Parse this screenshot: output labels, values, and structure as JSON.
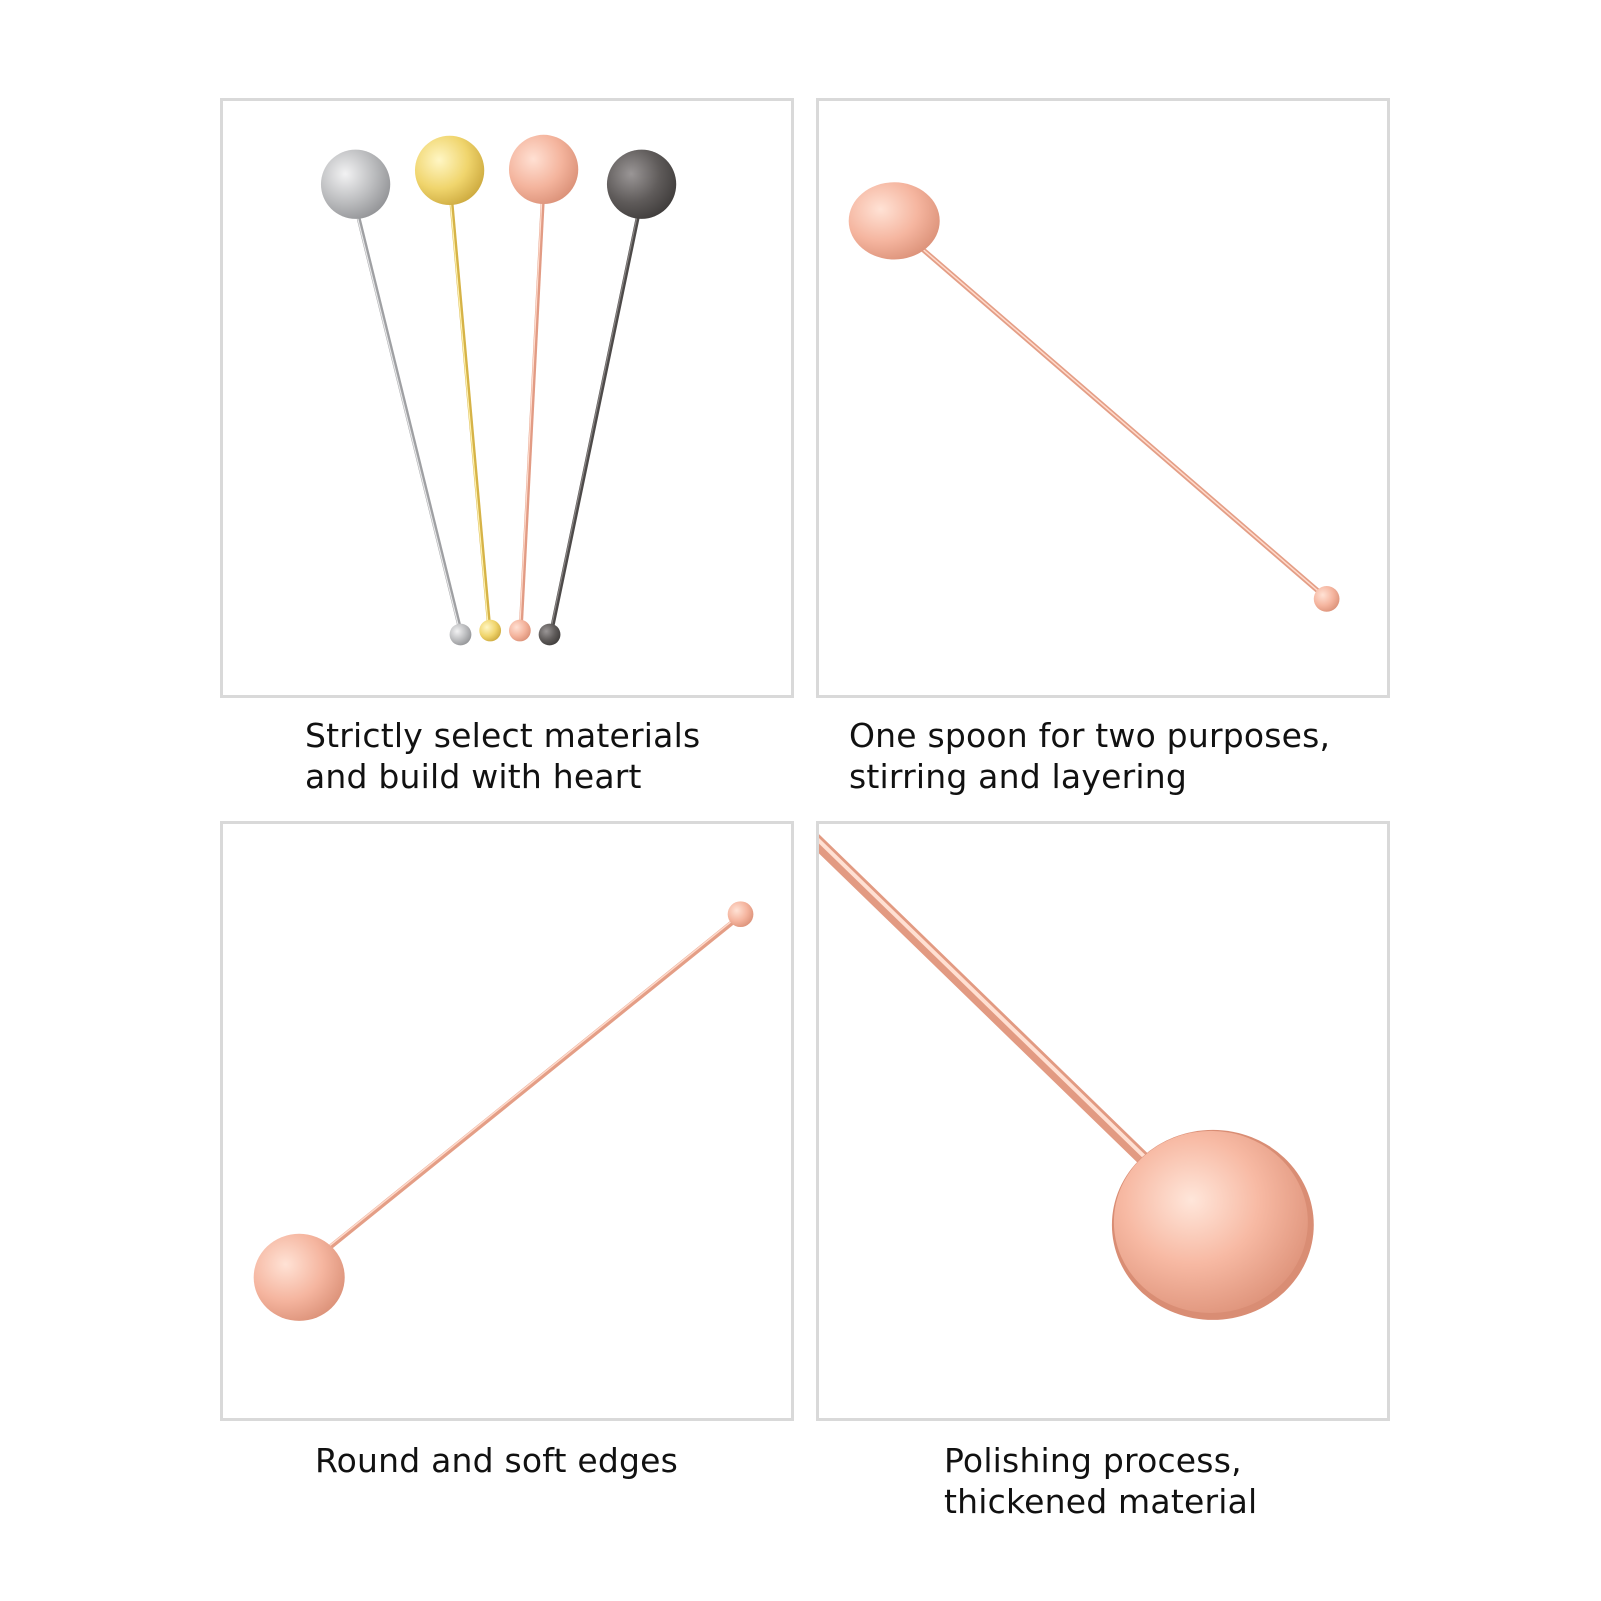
{
  "colors": {
    "panel_border": "#d9d9d9",
    "silver": "#b9babc",
    "gold": "#ecd36d",
    "rose_gold": "#f2b49f",
    "gunmetal": "#5d5a59",
    "caption_text": "#111111"
  },
  "panels": [
    {
      "caption_lines": [
        "Strictly select materials",
        "and build with heart"
      ],
      "image": "four-stirring-spoons-silver-gold-rose-gunmetal"
    },
    {
      "caption_lines": [
        "One spoon for two purposes,",
        "stirring and layering"
      ],
      "image": "rose-gold-stirring-spoon-diagonal"
    },
    {
      "caption_lines": [
        "Round and soft edges"
      ],
      "image": "rose-gold-stirring-spoon-ascending"
    },
    {
      "caption_lines": [
        "Polishing process,",
        "thickened material"
      ],
      "image": "rose-gold-spoon-disc-closeup"
    }
  ]
}
